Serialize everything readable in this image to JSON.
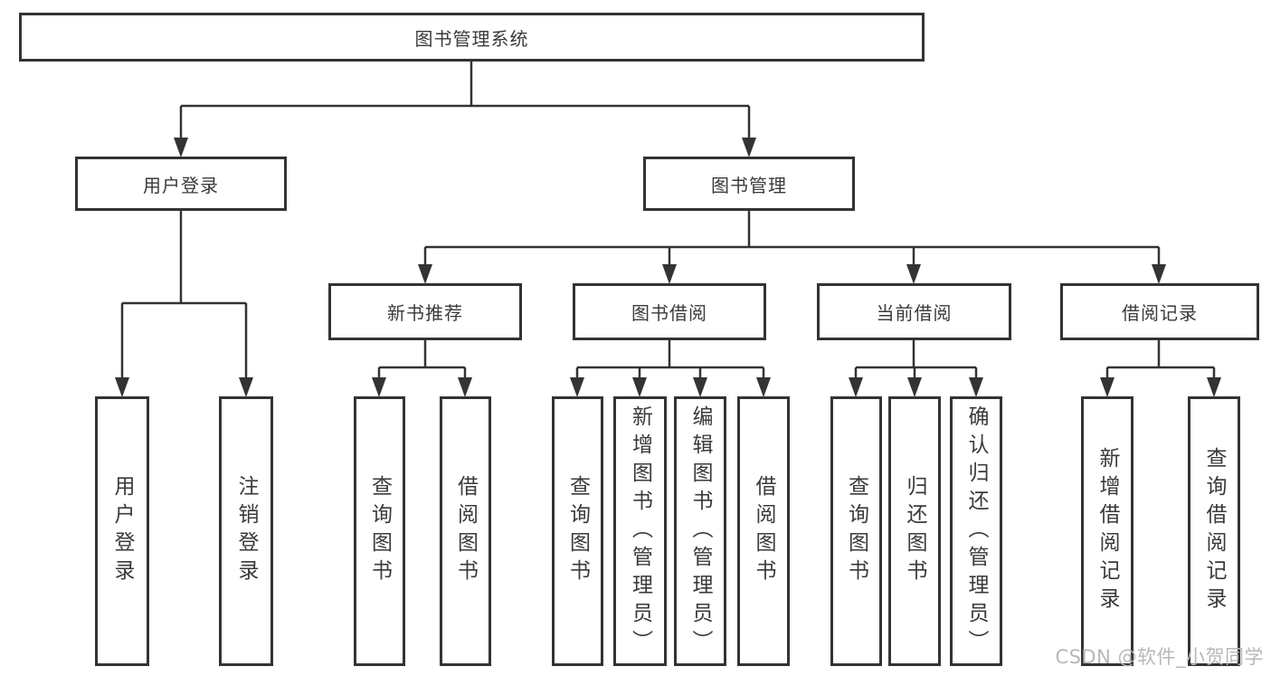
{
  "diagram": {
    "type": "hierarchy-diagram",
    "line_color": "#333333",
    "border_color": "#333333",
    "text_color": "#3a3a3a",
    "background": "#ffffff",
    "nodes": {
      "root": "图书管理系统",
      "user_login": "用户登录",
      "book_mgmt": "图书管理",
      "new_book_rec": "新书推荐",
      "book_borrow": "图书借阅",
      "current_borrow": "当前借阅",
      "borrow_records": "借阅记录"
    },
    "leaves": {
      "user_login": [
        "用户登录",
        "注销登录"
      ],
      "new_book_rec": [
        "查询图书",
        "借阅图书"
      ],
      "book_borrow": [
        "查询图书",
        "新增图书（管理员）",
        "编辑图书（管理员）",
        "借阅图书"
      ],
      "current_borrow": [
        "查询图书",
        "归还图书",
        "确认归还（管理员）"
      ],
      "borrow_records": [
        "新增借阅记录",
        "查询借阅记录"
      ]
    }
  },
  "watermark": {
    "text": "CSDN @软件_小贺同学",
    "color": "#b8b8b8"
  }
}
